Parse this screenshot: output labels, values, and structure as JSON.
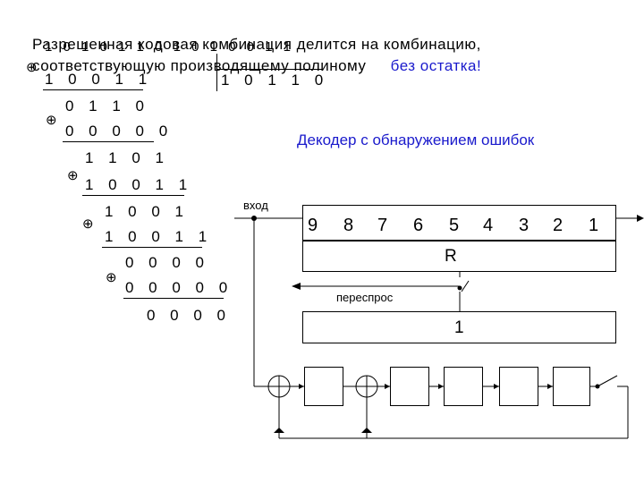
{
  "heading": {
    "line1": "Разрешенная кодовая комбинация делится на комбинацию,",
    "line2_part1": "соответствующую производящему полиному",
    "line2_part2": "без остатка!"
  },
  "colors": {
    "accent": "#1a1acc",
    "line": "#000000"
  },
  "division": {
    "dividend_overlay": "1 0 1 0 1 1 0 1 0 1 0 0 1 1",
    "rows": [
      "1 0 0 1 1",
      "0 1 1 0",
      "0 0 0 0 0",
      "1 1 0 1",
      "1 0 0 1 1",
      "1 0 0 1",
      "1 0 0 1 1",
      "0 0 0 0",
      "0 0 0 0 0",
      "0 0 0 0"
    ],
    "divisor": "1 0 1 1 0",
    "xor_symbol": "⊕"
  },
  "decoder": {
    "title": "Декодер с обнаружением ошибок",
    "input_label": "вход",
    "register_cells": [
      "9",
      "8",
      "7",
      "6",
      "5",
      "4",
      "3",
      "2",
      "1"
    ],
    "r_label": "R",
    "request_label": "переспрос",
    "buffer_label": "1"
  }
}
